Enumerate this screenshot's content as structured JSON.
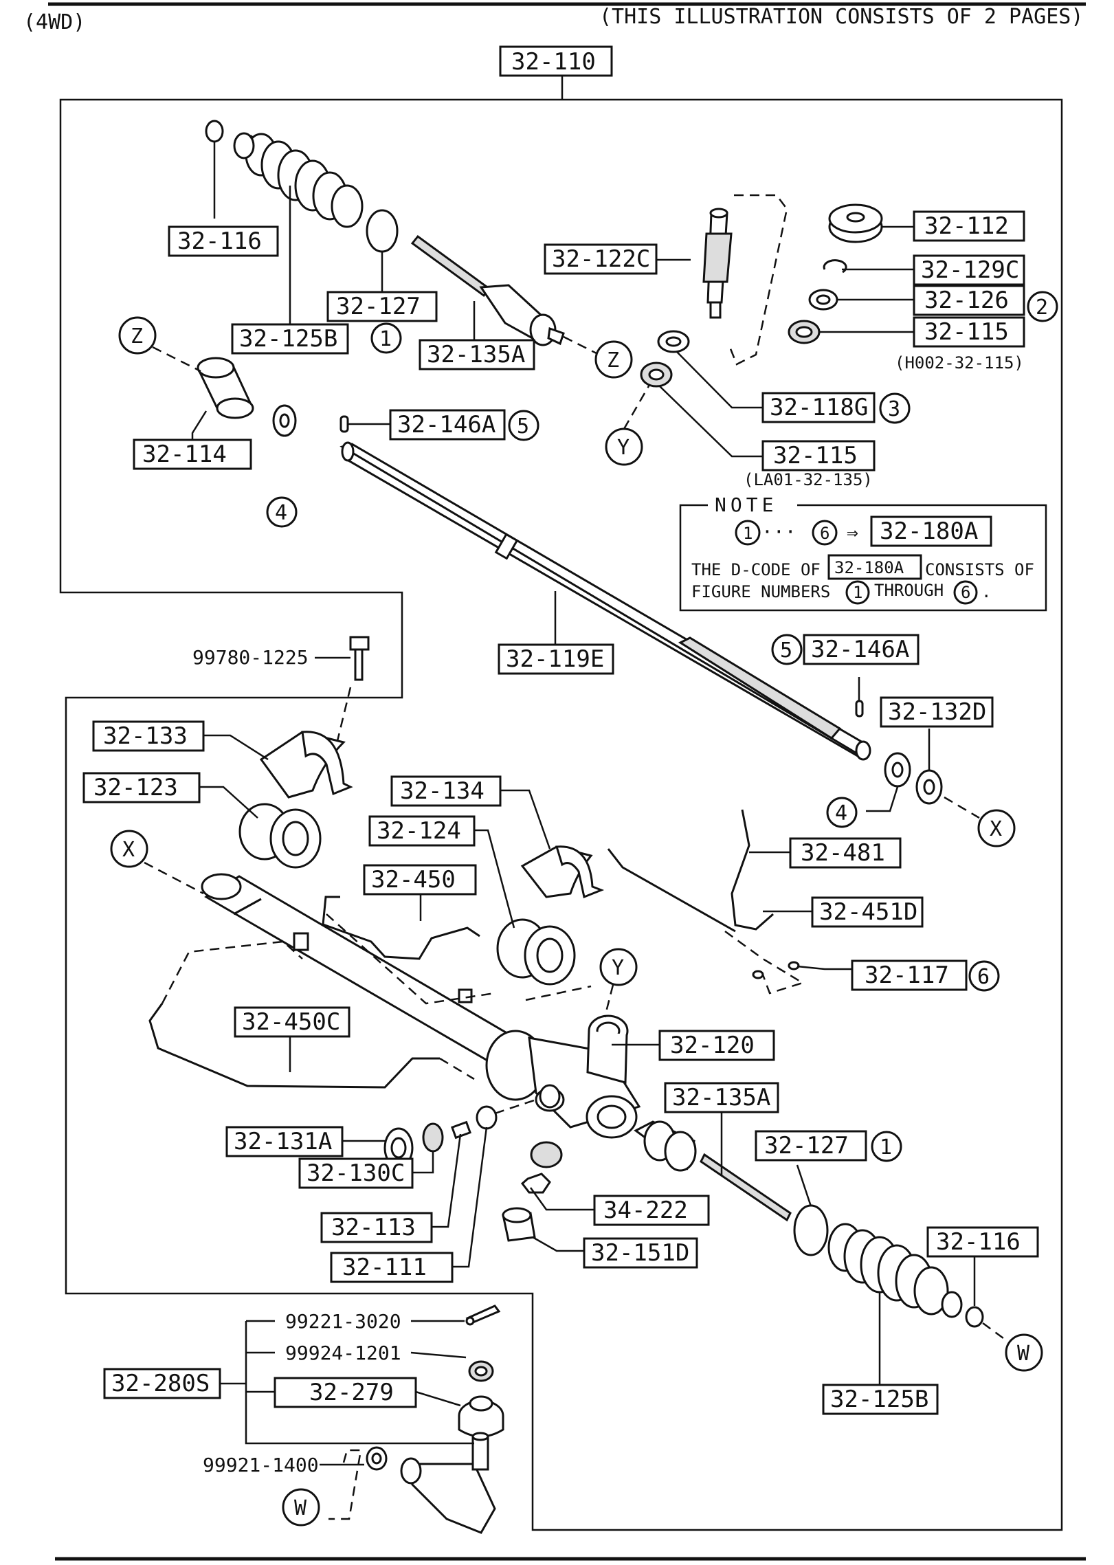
{
  "header": {
    "left": "(4WD)",
    "right": "(THIS ILLUSTRATION CONSISTS OF  2 PAGES)"
  },
  "assembly": "32-110",
  "parts": {
    "p32_116_top": "32-116",
    "p32_127_top": "32-127",
    "p32_125B_top": "32-125B",
    "p32_135A_top": "32-135A",
    "p32_122C": "32-122C",
    "p32_112": "32-112",
    "p32_129C": "32-129C",
    "p32_126": "32-126",
    "p32_115_top": "32-115",
    "p32_115_top_note": "(H002-32-115)",
    "p32_118G": "32-118G",
    "p32_115_mid": "32-115",
    "p32_115_mid_note": "(LA01-32-135)",
    "p32_114": "32-114",
    "p32_146A_top": "32-146A",
    "p32_119E": "32-119E",
    "p32_146A_mid": "32-146A",
    "p32_132D": "32-132D",
    "p99780": "99780-1225",
    "p32_133": "32-133",
    "p32_123": "32-123",
    "p32_134": "32-134",
    "p32_124": "32-124",
    "p32_450": "32-450",
    "p32_481": "32-481",
    "p32_451D": "32-451D",
    "p32_117": "32-117",
    "p32_450C": "32-450C",
    "p32_120": "32-120",
    "p32_135A_bot": "32-135A",
    "p32_127_bot": "32-127",
    "p32_131A": "32-131A",
    "p32_130C": "32-130C",
    "p32_113": "32-113",
    "p32_111": "32-111",
    "p34_222": "34-222",
    "p32_151D": "32-151D",
    "p32_116_bot": "32-116",
    "p32_125B_bot": "32-125B",
    "p32_280S": "32-280S",
    "p99221": "99221-3020",
    "p99924": "99924-1201",
    "p32_279": "32-279",
    "p99921": "99921-1400"
  },
  "callouts": {
    "one": "1",
    "two": "2",
    "three": "3",
    "four": "4",
    "five": "5",
    "six": "6",
    "X": "X",
    "Y": "Y",
    "Z": "Z",
    "W": "W"
  },
  "note": {
    "title": "NOTE",
    "range_from": "1",
    "range_to": "6",
    "ref": "32-180A",
    "line1a": "THE D-CODE OF",
    "line1b": "CONSISTS OF",
    "line2a": "FIGURE NUMBERS",
    "line2b": "THROUGH",
    "dots": "···",
    "arrow": "⇒",
    "period": "."
  }
}
